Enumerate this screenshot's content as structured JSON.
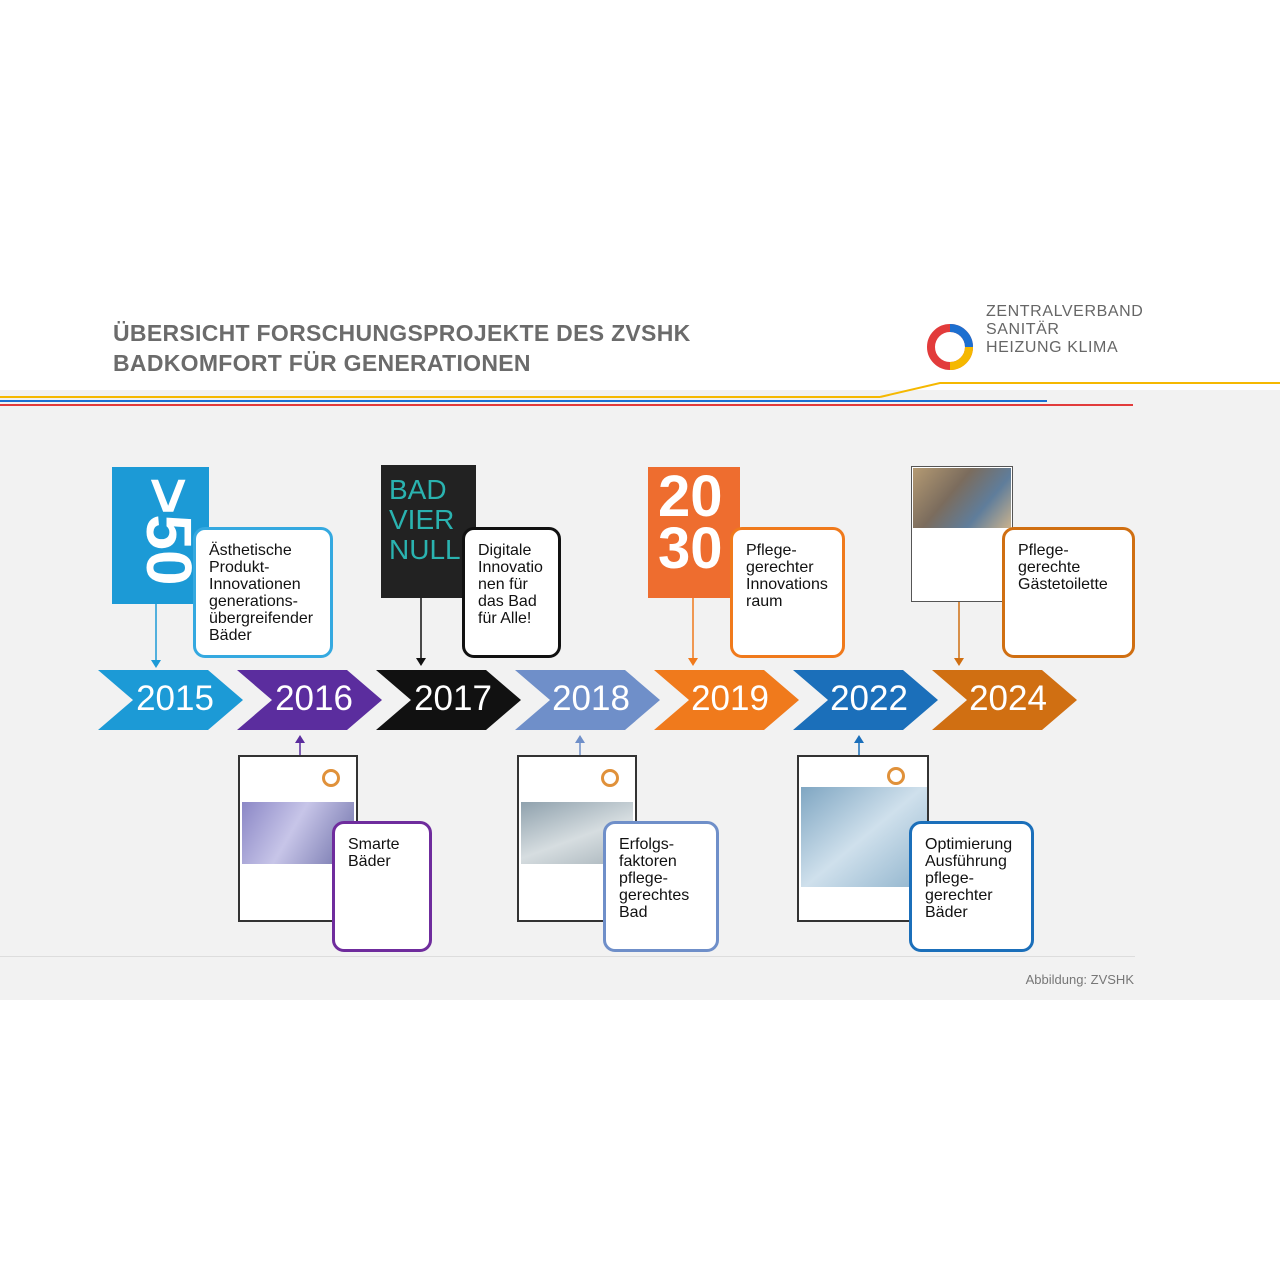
{
  "title": {
    "line1": "ÜBERSICHT FORSCHUNGSPROJEKTE DES ZVSHK",
    "line2": "BADKOMFORT FÜR GENERATIONEN"
  },
  "logo": {
    "line1": "ZENTRALVERBAND",
    "line2": "SANITÄR",
    "line3": "HEIZUNG KLIMA",
    "icon": "zvshk-ring-logo"
  },
  "timeline": {
    "years": [
      "2015",
      "2016",
      "2017",
      "2018",
      "2019",
      "2022",
      "2024"
    ],
    "colors": [
      "#1c9ad6",
      "#5b2d9e",
      "#111111",
      "#6f8fc9",
      "#f07a1c",
      "#1b6fba",
      "#d06f12"
    ]
  },
  "covers": {
    "c2015": ">50",
    "c2017": [
      "BAD",
      "VIER",
      "NULL"
    ],
    "c2019": [
      "20",
      "30"
    ]
  },
  "projects": {
    "p2015": "Ästhetische\nProdukt-\nInnovationen\ngenerations-\nübergreifender\nBäder",
    "p2016": "Smarte\nBäder",
    "p2017": "Digitale\nInnovatio\nnen für\ndas Bad\nfür Alle!",
    "p2018": "Erfolgs-\nfaktoren\npflege-\ngerechtes\nBad",
    "p2019": "Pflege-\ngerechter\nInnovations\nraum",
    "p2022": "Optimierung\nAusführung\npflege-\ngerechter\nBäder",
    "p2024": "Pflege-\ngerechte\nGästetoilette"
  },
  "credit": "Abbildung: ZVSHK"
}
